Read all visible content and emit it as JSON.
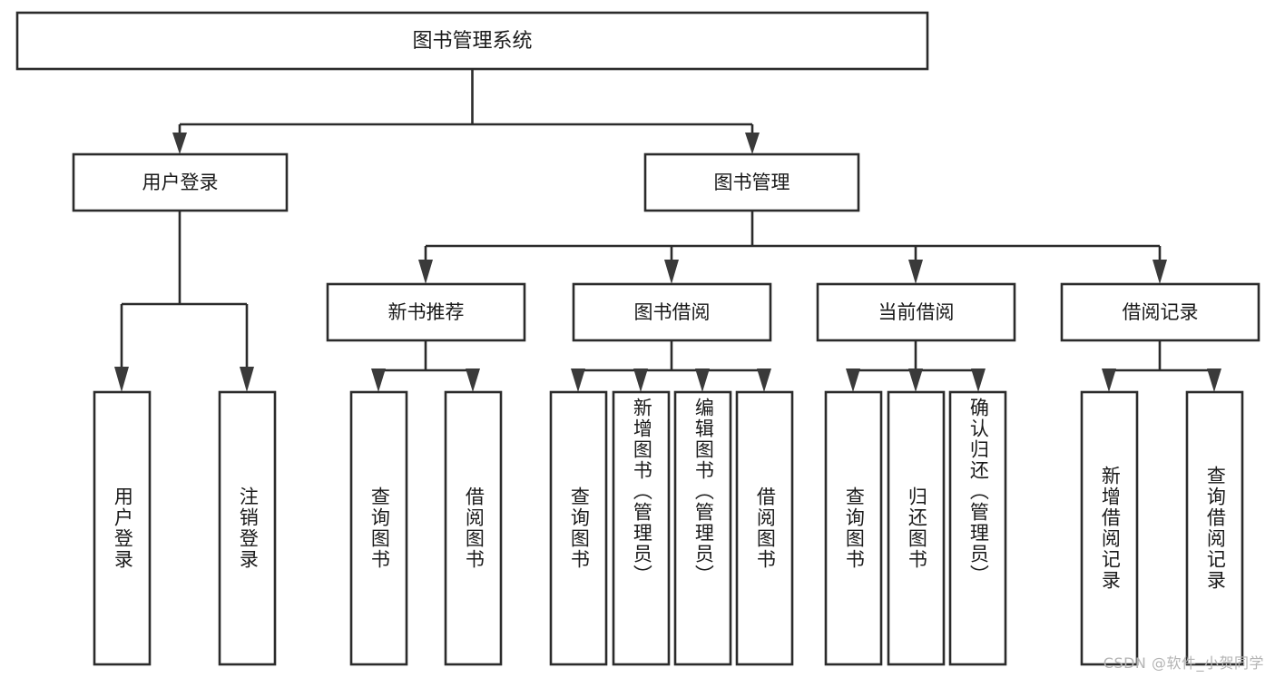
{
  "diagram": {
    "type": "hierarchy-tree",
    "title": "图书管理系统",
    "root": {
      "id": "root",
      "label": "图书管理系统"
    },
    "level1": [
      {
        "id": "user-login",
        "label": "用户登录"
      },
      {
        "id": "book-management",
        "label": "图书管理"
      }
    ],
    "level2": [
      {
        "id": "new-book-recommend",
        "label": "新书推荐",
        "parent": "book-management"
      },
      {
        "id": "book-borrow",
        "label": "图书借阅",
        "parent": "book-management"
      },
      {
        "id": "current-borrow",
        "label": "当前借阅",
        "parent": "book-management"
      },
      {
        "id": "borrow-record",
        "label": "借阅记录",
        "parent": "book-management"
      }
    ],
    "leaves": {
      "user-login": [
        {
          "id": "leaf-user-login",
          "label": "用户登录"
        },
        {
          "id": "leaf-user-logout",
          "label": "注销登录"
        }
      ],
      "new-book-recommend": [
        {
          "id": "leaf-query-book-1",
          "label": "查询图书"
        },
        {
          "id": "leaf-borrow-book-1",
          "label": "借阅图书"
        }
      ],
      "book-borrow": [
        {
          "id": "leaf-query-book-2",
          "label": "查询图书"
        },
        {
          "id": "leaf-add-book",
          "label": "新增图书（管理员）"
        },
        {
          "id": "leaf-edit-book",
          "label": "编辑图书（管理员）"
        },
        {
          "id": "leaf-borrow-book-2",
          "label": "借阅图书"
        }
      ],
      "current-borrow": [
        {
          "id": "leaf-query-book-3",
          "label": "查询图书"
        },
        {
          "id": "leaf-return-book",
          "label": "归还图书"
        },
        {
          "id": "leaf-confirm-return",
          "label": "确认归还（管理员）"
        }
      ],
      "borrow-record": [
        {
          "id": "leaf-add-record",
          "label": "新增借阅记录"
        },
        {
          "id": "leaf-query-record",
          "label": "查询借阅记录"
        }
      ]
    },
    "colors": {
      "box_stroke": "#2b2b2b",
      "box_fill": "#ffffff",
      "connector": "#2b2b2b",
      "text": "#1a1a1a",
      "watermark": "#b4b4b4",
      "background": "#ffffff"
    }
  },
  "watermark": {
    "text": "CSDN @软件_小贺同学"
  }
}
